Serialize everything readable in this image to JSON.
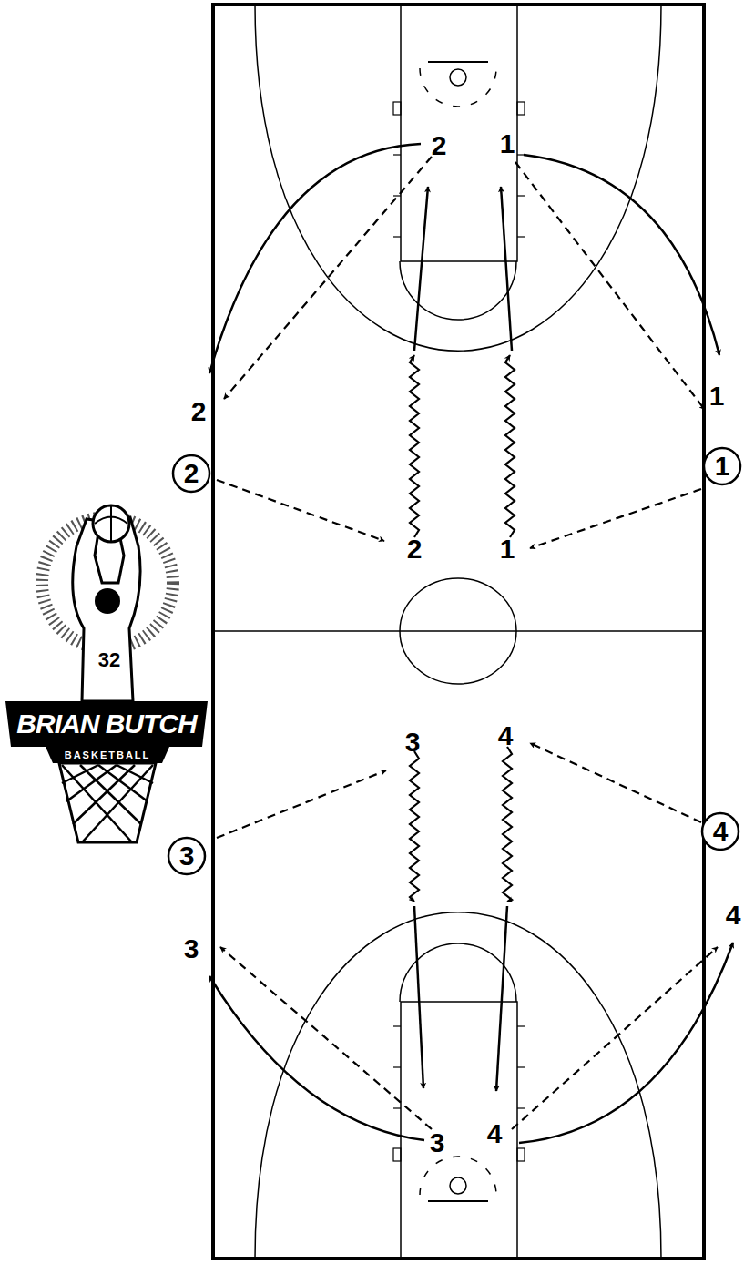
{
  "diagram": {
    "nodes": [
      {
        "text": [
          "2"
        ]
      },
      {
        "text": [
          "1"
        ]
      },
      {
        "text": [
          "3"
        ]
      },
      {
        "text": [
          "4"
        ]
      }
    ],
    "labels": [
      "2",
      "1",
      "1",
      "2",
      "2",
      "1",
      "32",
      "BRIAN BUTCH",
      "BASKETBALL",
      "3",
      "4",
      "4",
      "3",
      "4",
      "3"
    ]
  }
}
